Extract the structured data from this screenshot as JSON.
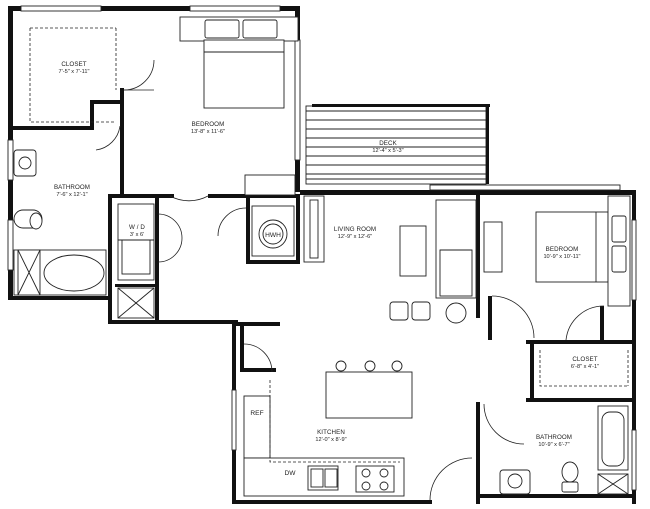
{
  "rooms": {
    "closet_1": {
      "name": "CLOSET",
      "dims": "7'-5\" x 7'-11\""
    },
    "bedroom_1": {
      "name": "BEDROOM",
      "dims": "13'-8\" x 11'-6\""
    },
    "deck": {
      "name": "DECK",
      "dims": "12'-4\" x 5'-3\""
    },
    "bathroom_1": {
      "name": "BATHROOM",
      "dims": "7'-6\" x 12'-1\""
    },
    "wd": {
      "name": "W / D",
      "dims": "3' x 6'"
    },
    "living": {
      "name": "LIVING ROOM",
      "dims": "12'-9\" x 12'-6\""
    },
    "bedroom_2": {
      "name": "BEDROOM",
      "dims": "10'-9\" x 10'-11\""
    },
    "closet_2": {
      "name": "CLOSET",
      "dims": "6'-8\" x 4'-1\""
    },
    "kitchen": {
      "name": "KITCHEN",
      "dims": "12'-0\" x 8'-9\""
    },
    "bathroom_2": {
      "name": "BATHROOM",
      "dims": "10'-9\" x 6'-7\""
    }
  },
  "fixtures": {
    "water_heater": "HWH",
    "refrigerator": "REF",
    "dishwasher": "DW"
  }
}
